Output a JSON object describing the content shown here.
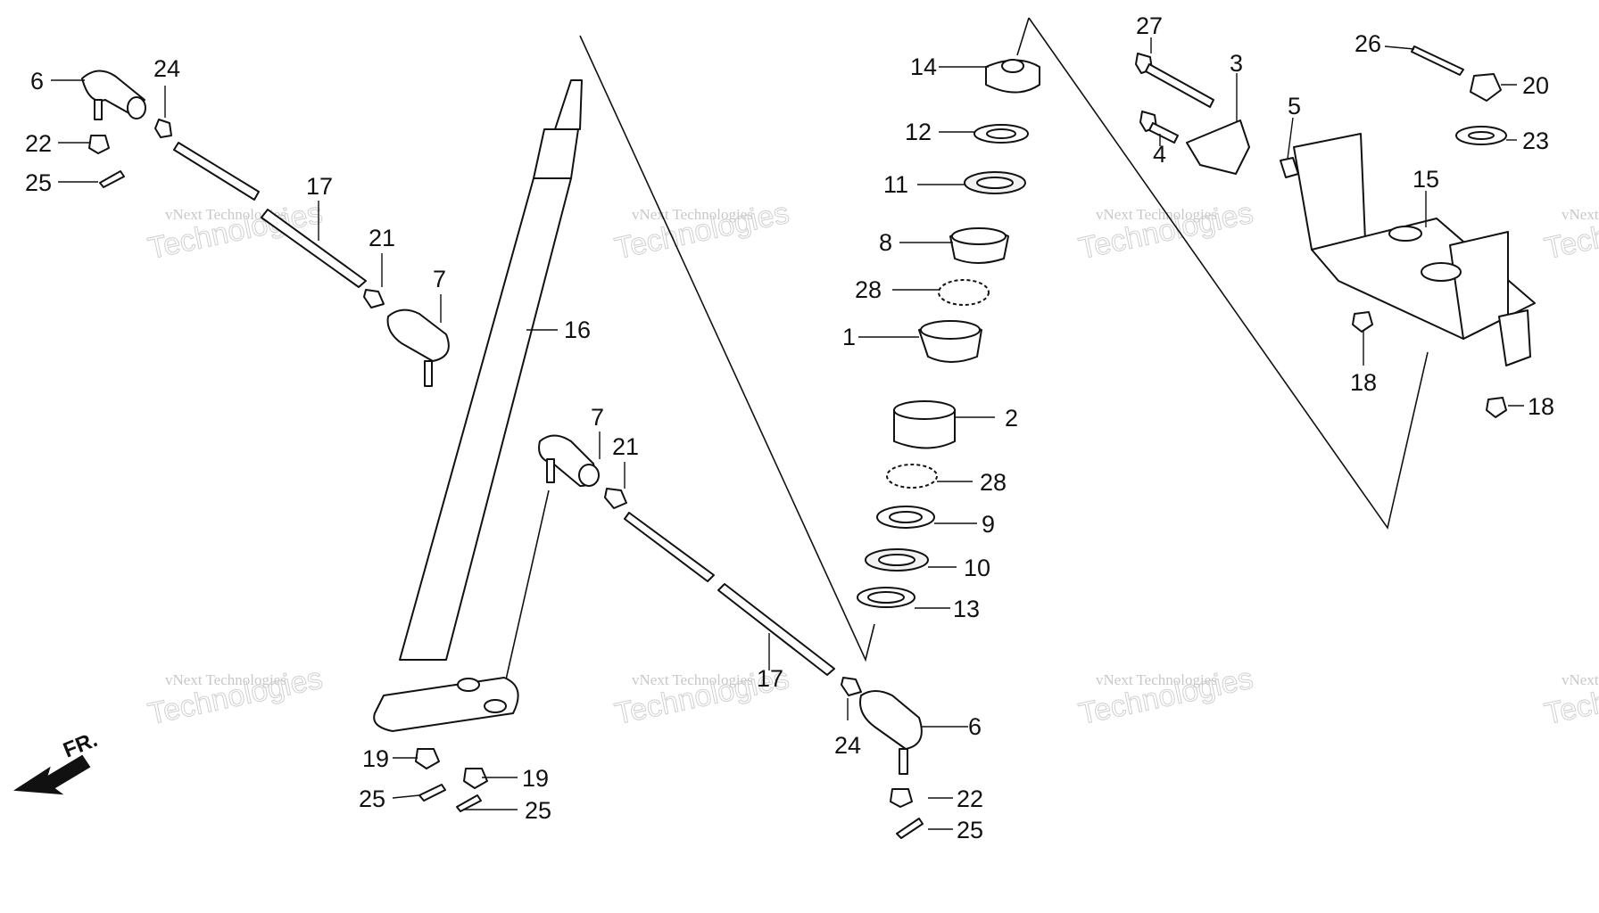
{
  "diagram": {
    "direction_label": "FR.",
    "watermarks": [
      {
        "small": "vNext Technologies",
        "big": "Technologies"
      },
      {
        "small": "vNext Technologies",
        "big": "Technologies"
      },
      {
        "small": "vNext Technologies",
        "big": "Technologies"
      },
      {
        "small": "vNext Technologies",
        "big": "Technologies"
      },
      {
        "small": "vNext Technologies",
        "big": "Technologies"
      },
      {
        "small": "vNext Technologies",
        "big": "Technologies"
      },
      {
        "small": "vNext Technologies",
        "big": "Technologies"
      },
      {
        "small": "vNext Technologies",
        "big": "Technologies"
      }
    ],
    "callouts": [
      {
        "label": "6"
      },
      {
        "label": "24"
      },
      {
        "label": "22"
      },
      {
        "label": "25"
      },
      {
        "label": "17"
      },
      {
        "label": "21"
      },
      {
        "label": "7"
      },
      {
        "label": "16"
      },
      {
        "label": "7"
      },
      {
        "label": "21"
      },
      {
        "label": "17"
      },
      {
        "label": "24"
      },
      {
        "label": "6"
      },
      {
        "label": "22"
      },
      {
        "label": "25"
      },
      {
        "label": "19"
      },
      {
        "label": "19"
      },
      {
        "label": "25"
      },
      {
        "label": "25"
      },
      {
        "label": "14"
      },
      {
        "label": "12"
      },
      {
        "label": "11"
      },
      {
        "label": "8"
      },
      {
        "label": "28"
      },
      {
        "label": "1"
      },
      {
        "label": "2"
      },
      {
        "label": "28"
      },
      {
        "label": "9"
      },
      {
        "label": "10"
      },
      {
        "label": "13"
      },
      {
        "label": "27"
      },
      {
        "label": "3"
      },
      {
        "label": "4"
      },
      {
        "label": "5"
      },
      {
        "label": "26"
      },
      {
        "label": "20"
      },
      {
        "label": "23"
      },
      {
        "label": "15"
      },
      {
        "label": "18"
      },
      {
        "label": "18"
      }
    ]
  }
}
